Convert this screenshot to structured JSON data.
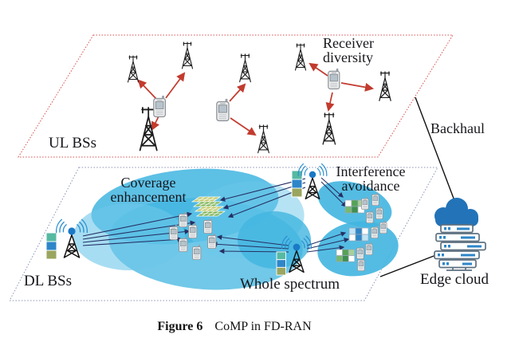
{
  "figure": {
    "caption_label": "Figure 6",
    "caption_title": "CoMP in FD-RAN"
  },
  "labels": {
    "ul_bs": "UL BSs",
    "dl_bs": "DL BSs",
    "receiver_diversity": [
      "Receiver",
      "diversity"
    ],
    "backhaul": "Backhaul",
    "coverage_enhancement": [
      "Coverage",
      "enhancement"
    ],
    "interference_avoidance": [
      "Interference",
      "avoidance"
    ],
    "whole_spectrum": "Whole spectrum",
    "edge_cloud": "Edge cloud"
  },
  "icons": {
    "lattice_tower": "ul-base-station-tower-icon",
    "mobile_phone": "user-equipment-phone-icon",
    "dl_base_station": "antenna-tower-with-signal-icon",
    "spectrum_bar": "spectrum-blocks-icon",
    "resource_grid": "resource-block-grid-icon",
    "beam_lattice": "stacked-resource-layers-icon",
    "cloud": "cloud-icon",
    "server_stack": "edge-server-stack-icon"
  },
  "colors": {
    "ul_border_red": "#d94f4f",
    "dl_border_slate": "#8a93b5",
    "arrow_red": "#c23b2e",
    "arrow_navy": "#253063",
    "coverage_blob_blue": "#41b5e0",
    "coverage_blob_light": "#6cc7e9",
    "bs_ball_blue": "#1b79c6",
    "signal_arc_blue": "#2a8fd0",
    "spectrum_teal": "#56b9a2",
    "spectrum_blue": "#2e86c8",
    "spectrum_olive": "#9aa55f",
    "grid_green": "#55a356",
    "grid_light_green": "#a9cf9a",
    "lattice_yellow": "#c2c86a",
    "lattice_green": "#7db457",
    "cloud_blue": "#2273b8",
    "server_outline": "#5f7181",
    "text": "#16161c"
  }
}
